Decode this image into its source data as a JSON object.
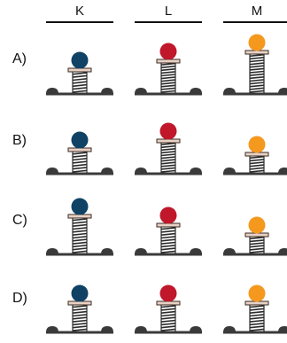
{
  "columns": [
    "K",
    "L",
    "M"
  ],
  "ball_colors": {
    "K": "#0f4265",
    "L": "#c0172a",
    "M": "#f5981e"
  },
  "colors": {
    "ground": "#3a3a3a",
    "spring": "#2b2b2b",
    "plate_fill": "#e8d2c6",
    "plate_stroke": "#3a2a22",
    "header_line": "#111111"
  },
  "rows": [
    {
      "label": "A)",
      "spring_heights": {
        "K": 27,
        "L": 37,
        "M": 47
      }
    },
    {
      "label": "B)",
      "spring_heights": {
        "K": 27,
        "L": 37,
        "M": 22
      }
    },
    {
      "label": "C)",
      "spring_heights": {
        "K": 43,
        "L": 33,
        "M": 22
      }
    },
    {
      "label": "D)",
      "spring_heights": {
        "K": 33,
        "L": 33,
        "M": 33
      }
    }
  ]
}
